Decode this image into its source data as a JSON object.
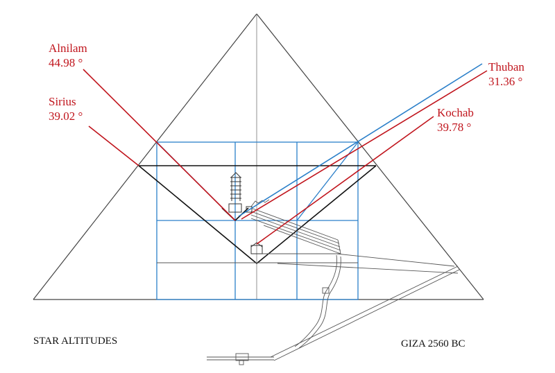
{
  "colors": {
    "outline": "#333333",
    "grid": "#2a7fc9",
    "star_line": "#c0141c",
    "thuban_line": "#2a7fc9",
    "label": "#c0141c"
  },
  "stars": [
    {
      "name": "Alnilam",
      "altitude": "44.98 °"
    },
    {
      "name": "Sirius",
      "altitude": "39.02 °"
    },
    {
      "name": "Thuban",
      "altitude": "31.36 °"
    },
    {
      "name": "Kochab",
      "altitude": "39.78 °"
    }
  ],
  "captions": {
    "left": "STAR ALTITUDES",
    "right": "GIZA 2560 BC"
  }
}
